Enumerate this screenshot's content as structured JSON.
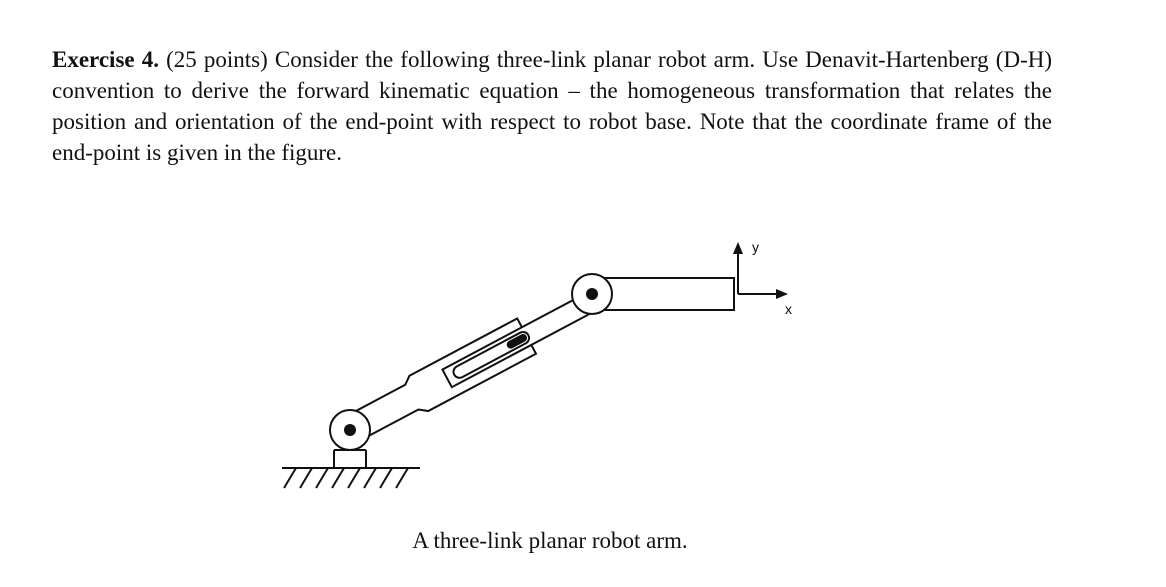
{
  "problem": {
    "label": "Exercise 4.",
    "text": " (25 points) Consider the following three-link planar robot arm. Use Denavit-Hartenberg (D-H) convention to derive the forward kinematic equation – the homogeneous transformation that relates the position and orientation of the end-point with respect to robot base. Note that the coordinate frame of the end-point is given in the figure."
  },
  "figure": {
    "axis_y_label": "y",
    "axis_x_label": "x",
    "caption": "A three-link planar robot arm."
  }
}
